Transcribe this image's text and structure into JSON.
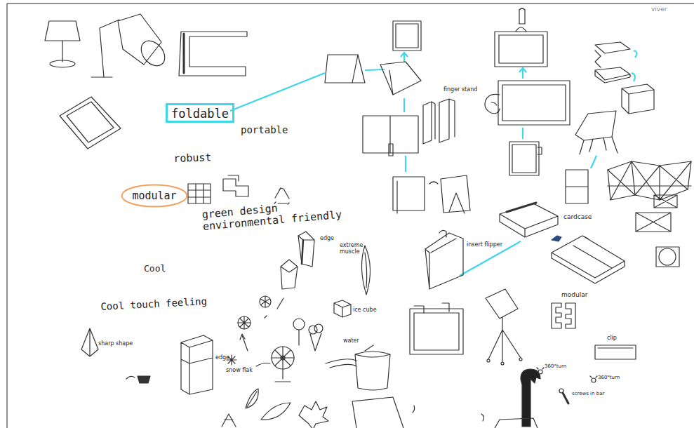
{
  "diagram": {
    "nodes": [
      {
        "text": [
          "foldable"
        ]
      },
      {
        "text": [
          "modular"
        ]
      }
    ],
    "labels": [
      "viver",
      "portable",
      "robust",
      "green design environmental friendly",
      "Cool",
      "Cool touch feeling",
      "sharp shape",
      "edge",
      "edge",
      "snow flak",
      "extreme muscle",
      "ice cube",
      "water",
      "finger stand",
      "insert flipper",
      "cardcase",
      "modular",
      "clip",
      "360°turn",
      "360°turn",
      "screws in bar"
    ]
  }
}
